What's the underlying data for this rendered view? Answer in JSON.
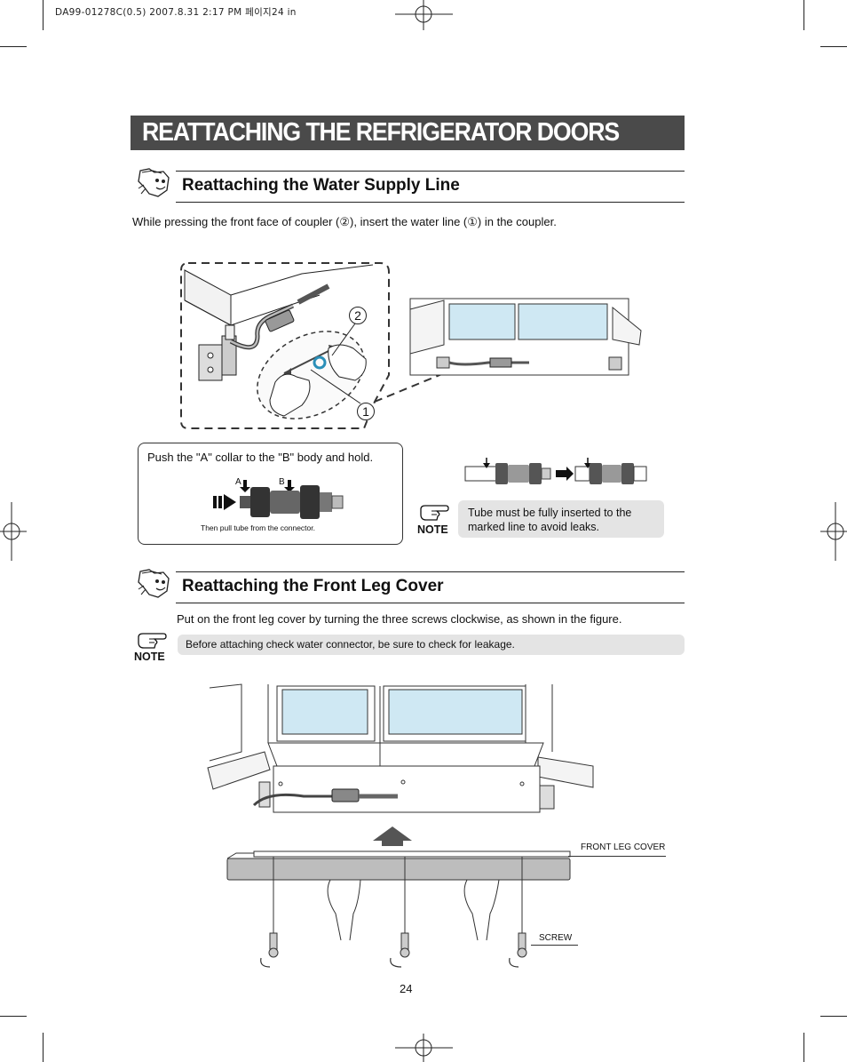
{
  "print_header": "DA99-01278C(0.5) 2007.8.31 2:17 PM 페이지24 in",
  "page_title": "REATTACHING THE REFRIGERATOR DOORS",
  "section1": {
    "title": "Reattaching the Water Supply Line",
    "instruction": "While pressing the front face of coupler (②), insert the water line (①) in the coupler.",
    "bubble_1": "1",
    "bubble_2": "2",
    "push_box_text": "Push the \"A\" collar to the \"B\" body and hold.",
    "label_a": "A",
    "label_b": "B",
    "pull_text": "Then pull tube from the connector.",
    "note_label": "NOTE",
    "note_text": "Tube must be fully inserted to the marked line to avoid leaks."
  },
  "section2": {
    "title": "Reattaching the Front  Leg Cover",
    "instruction": "Put on the front leg cover by turning the three screws clockwise, as shown in the figure.",
    "note_label": "NOTE",
    "note_text": "Before attaching check water connector, be sure to check for leakage.",
    "label_cover": "FRONT LEG COVER",
    "label_screw": "SCREW"
  },
  "page_number": "24"
}
